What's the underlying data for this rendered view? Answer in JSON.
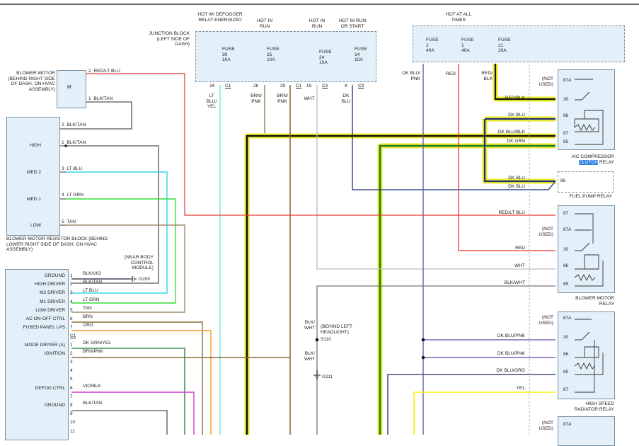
{
  "hot_labels": {
    "defog": "HOT W/ DEFOGGER RELAY ENERGIZED",
    "run1": "HOT IN RUN",
    "run2": "HOT IN RUN",
    "run_start": "HOT IN RUN OR START",
    "all_times": "HOT AT ALL TIMES"
  },
  "junction_block": "JUNCTION BLOCK (LEFT SIDE OF DASH)",
  "jb_fuses": [
    {
      "label": "FUSE",
      "num": "30",
      "amp": "10A"
    },
    {
      "label": "FUSE",
      "num": "25",
      "amp": "10A"
    },
    {
      "label": "FUSE",
      "num": "24",
      "amp": "10A"
    },
    {
      "label": "FUSE",
      "num": "14",
      "amp": "10A"
    }
  ],
  "top_fuses": [
    {
      "label": "FUSE",
      "num": "2",
      "amp": "40A"
    },
    {
      "label": "FUSE",
      "num": "1",
      "amp": "40A"
    },
    {
      "label": "FUSE",
      "num": "21",
      "amp": "20A"
    }
  ],
  "jb_pins": [
    "34",
    "C1",
    "28",
    "29",
    "C1",
    "19",
    "C3",
    "8",
    "C3"
  ],
  "jb_wires": [
    "LT BLU/ YEL",
    "BRN/ PNK",
    "BRN/ PNK",
    "WHT",
    "DK BLU"
  ],
  "top_wires": [
    "DK BLU/ PNK",
    "RED",
    "RED/ BLK"
  ],
  "blower_motor": "BLOWER MOTOR (BEHIND RIGHT SIDE OF DASH, ON HVAC ASSEMBLY)",
  "motor_symbol": "M",
  "motor_pins": [
    {
      "pin": "2",
      "wire": "RED/LT BLU"
    },
    {
      "pin": "1",
      "wire": "BLK/TAN"
    }
  ],
  "resistor_block": "BLOWER MOTOR RESISTOR BLOCK (BEHIND LOWER RIGHT SIDE OF DASH, ON HVAC ASSEMBLY)",
  "resistor_taps": [
    "HIGH",
    "MED 2",
    "MED 1",
    "LOW"
  ],
  "resistor_pins": [
    {
      "pin": "2",
      "wire": "BLK/TAN"
    },
    {
      "pin": "1",
      "wire": "BLK/TAN"
    },
    {
      "pin": "3",
      "wire": "LT BLU"
    },
    {
      "pin": "4",
      "wire": "LT GRN"
    },
    {
      "pin": "5",
      "wire": "TAN"
    }
  ],
  "ground_note": "(NEAR BODY CONTROL MODULE)",
  "ground_g200": "G200",
  "module_rows": [
    {
      "label": "GROUND",
      "pin": "1",
      "wire": "BLK/VIO"
    },
    {
      "label": "HIGH DRIVER",
      "pin": "2",
      "wire": "BLK/TAN"
    },
    {
      "label": "M2 DRIVER",
      "pin": "3",
      "wire": "LT BLU"
    },
    {
      "label": "M1 DRIVER",
      "pin": "4",
      "wire": "LT GRN"
    },
    {
      "label": "LOW DRIVER",
      "pin": "5",
      "wire": "TAN"
    },
    {
      "label": "AC ON-OFF CTRL",
      "pin": "6",
      "wire": "BRN"
    },
    {
      "label": "FUSED PANEL LPS",
      "pin": "7",
      "wire": "ORG"
    },
    {
      "label": "",
      "pin": "C1",
      "wire": ""
    },
    {
      "label": "MODE DRIVER (A)",
      "pin": "1",
      "wire": "DK GRN/YEL"
    },
    {
      "label": "IGNITION",
      "pin": "2",
      "wire": "BRN/PNK"
    },
    {
      "label": "",
      "pin": "3",
      "wire": ""
    },
    {
      "label": "",
      "pin": "4",
      "wire": ""
    },
    {
      "label": "",
      "pin": "5",
      "wire": ""
    },
    {
      "label": "DEFOG CTRL",
      "pin": "6",
      "wire": "VIO/BLK"
    },
    {
      "label": "",
      "pin": "7",
      "wire": ""
    },
    {
      "label": "GROUND",
      "pin": "8",
      "wire": "BLK/TAN"
    },
    {
      "label": "",
      "pin": "9",
      "wire": ""
    },
    {
      "label": "",
      "pin": "10",
      "wire": ""
    },
    {
      "label": "",
      "pin": "11",
      "wire": ""
    }
  ],
  "splice": {
    "note": "(BEHIND LEFT HEADLIGHT)",
    "s110": "S110",
    "wire1": "BLK/ WHT",
    "wire2": "BLK/ WHT",
    "g111": "G111"
  },
  "ac_relay": {
    "name": "A/C COMPRESSOR",
    "hl": "CLUTCH",
    "tail": " RELAY",
    "not_used": "(NOT USED)",
    "pins": [
      "87A",
      "30",
      "86",
      "87",
      "85"
    ],
    "wires": [
      "RED/BLK",
      "DK BLU",
      "DK BLU/BLK",
      "DK GRN"
    ]
  },
  "fuel_relay": {
    "name": "FUEL PUMP RELAY",
    "pin": "86",
    "wires": [
      "DK BLU",
      "DK BLU"
    ]
  },
  "blower_relay": {
    "name": "BLOWER MOTOR RELAY",
    "not_used": "(NOT USED)",
    "pins": [
      "87",
      "87A",
      "30",
      "86",
      "85"
    ],
    "wires": [
      "RED/LT BLU",
      "RED",
      "WHT",
      "BLK/WHT"
    ]
  },
  "hs_relay": {
    "name": "HIGH SPEED RADIATOR RELAY",
    "not_used": "(NOT USED)",
    "pins": [
      "87A",
      "30",
      "86",
      "85",
      "87"
    ],
    "wires": [
      "DK BLU/PNK",
      "DK BLU/PNK",
      "DK BLU/ORG",
      "YEL"
    ]
  },
  "bottom_relay": {
    "not_used": "(NOT USED)",
    "pin": "87A"
  },
  "colors": {
    "red": "#e53935",
    "ltblu": "#33d6ea",
    "ltgrn": "#33dd33",
    "tan": "#a08c6a",
    "brn": "#8a6a3a",
    "org": "#f29a2a",
    "vio": "#d43ad6",
    "dkblu": "#1e2d7a",
    "dkgrn": "#1e7a2a",
    "blk": "#111111",
    "yel": "#f7f20a",
    "wht": "#bdbdbd",
    "dkblupnk": "#5b4fa8",
    "ltbluyel": "#66e3d7",
    "highlight": "#ecec2a"
  }
}
